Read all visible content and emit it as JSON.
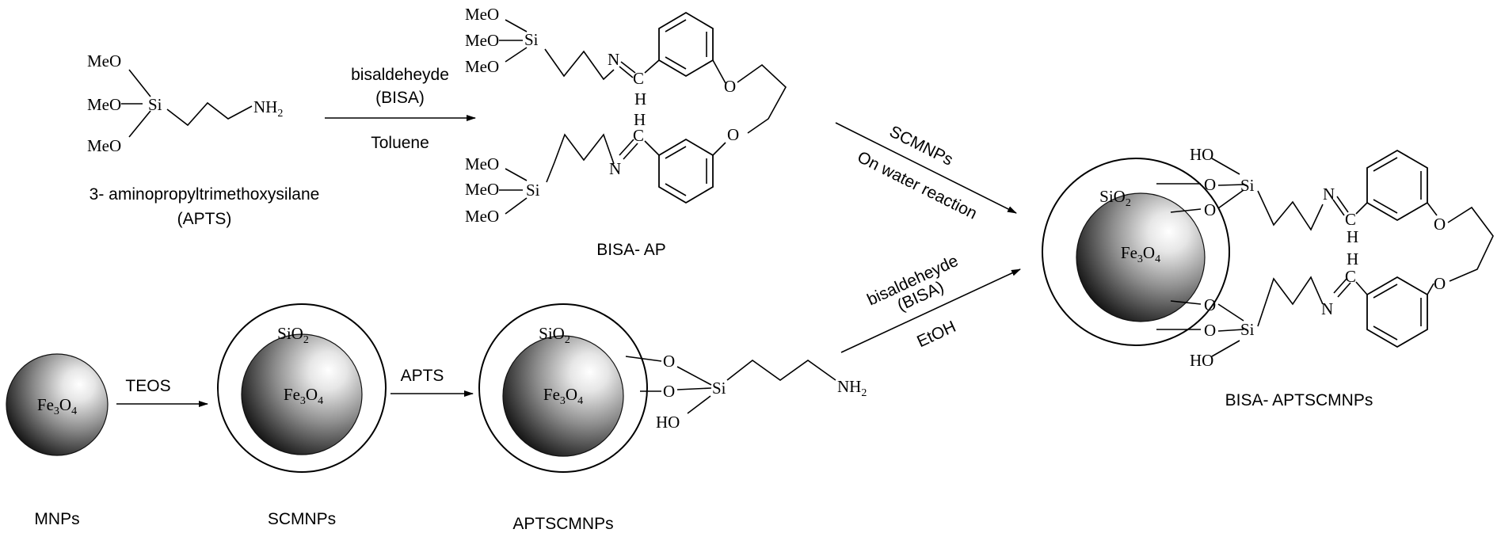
{
  "labels": {
    "meo": "MeO",
    "si": "Si",
    "o": "O",
    "n": "N",
    "c": "C",
    "h": "H",
    "ho": "HO",
    "nh": "NH",
    "sub2": "2",
    "sub3": "3",
    "sub4": "4",
    "fe": "Fe",
    "sio": "SiO",
    "apts_compound_name": "3- aminopropyltrimethoxysilane",
    "apts_abbrev": "(APTS)",
    "bisa_ap": "BISA- AP",
    "bisa_aptscmnps": "BISA- APTSCMNPs",
    "mnps": "MNPs",
    "scmnps": "SCMNPs",
    "aptscmnps": "APTSCMNPs"
  },
  "reactions": {
    "step1_reagent": "bisaldeheyde",
    "step1_reagent_abbrev": "(BISA)",
    "step1_solvent": "Toluene",
    "step2_reagent": "SCMNPs",
    "step2_condition": "On water reaction",
    "step3_reagent": "TEOS",
    "step4_reagent": "APTS",
    "step5_reagent": "bisaldeheyde",
    "step5_reagent_abbrev": "(BISA)",
    "step5_solvent": "EtOH"
  }
}
